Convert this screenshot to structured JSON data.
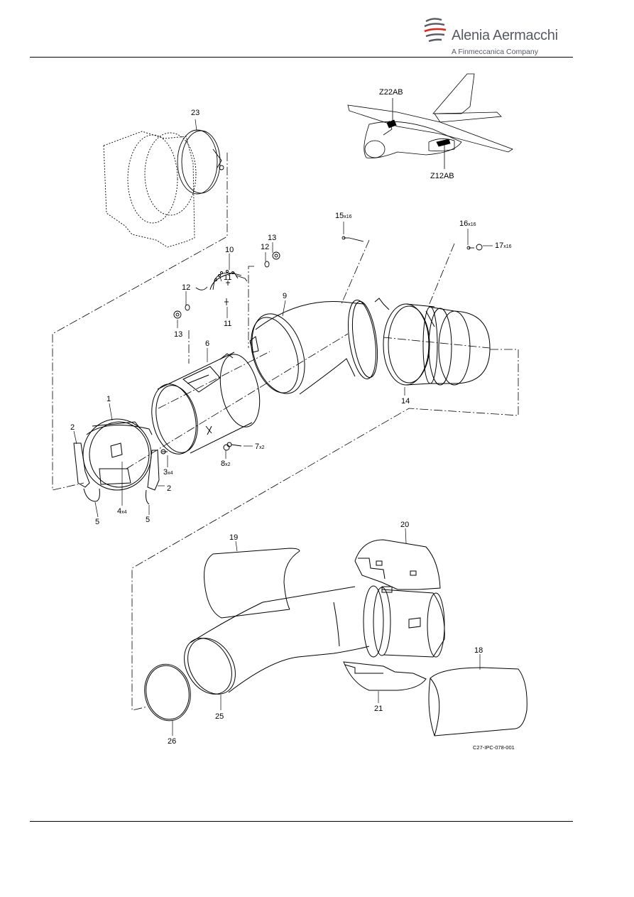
{
  "header": {
    "brand_name": "Alenia Aermacchi",
    "brand_tagline": "A Finmeccanica Company"
  },
  "colors": {
    "brand_gray": "#555a63",
    "brand_red": "#e2231a",
    "line": "#000000"
  },
  "figure": {
    "code": "C27-IPC-078-001",
    "zone_labels": [
      "Z22AB",
      "Z12AB"
    ],
    "callouts": [
      {
        "id": "23",
        "text": "23",
        "qty": ""
      },
      {
        "id": "15",
        "text": "15",
        "qty": "x16"
      },
      {
        "id": "16",
        "text": "16",
        "qty": "x16"
      },
      {
        "id": "17",
        "text": "17",
        "qty": "x16"
      },
      {
        "id": "13a",
        "text": "13",
        "qty": ""
      },
      {
        "id": "12a",
        "text": "12",
        "qty": ""
      },
      {
        "id": "10",
        "text": "10",
        "qty": ""
      },
      {
        "id": "11a",
        "text": "11",
        "qty": ""
      },
      {
        "id": "12b",
        "text": "12",
        "qty": ""
      },
      {
        "id": "9",
        "text": "9",
        "qty": ""
      },
      {
        "id": "11b",
        "text": "11",
        "qty": ""
      },
      {
        "id": "13b",
        "text": "13",
        "qty": ""
      },
      {
        "id": "6",
        "text": "6",
        "qty": ""
      },
      {
        "id": "1",
        "text": "1",
        "qty": ""
      },
      {
        "id": "14",
        "text": "14",
        "qty": ""
      },
      {
        "id": "2a",
        "text": "2",
        "qty": ""
      },
      {
        "id": "7",
        "text": "7",
        "qty": "x2"
      },
      {
        "id": "8",
        "text": "8",
        "qty": "x2"
      },
      {
        "id": "3",
        "text": "3",
        "qty": "x4"
      },
      {
        "id": "2b",
        "text": "2",
        "qty": ""
      },
      {
        "id": "4",
        "text": "4",
        "qty": "x4"
      },
      {
        "id": "5a",
        "text": "5",
        "qty": ""
      },
      {
        "id": "5b",
        "text": "5",
        "qty": ""
      },
      {
        "id": "20",
        "text": "20",
        "qty": ""
      },
      {
        "id": "19",
        "text": "19",
        "qty": ""
      },
      {
        "id": "18",
        "text": "18",
        "qty": ""
      },
      {
        "id": "21",
        "text": "21",
        "qty": ""
      },
      {
        "id": "25",
        "text": "25",
        "qty": ""
      },
      {
        "id": "26",
        "text": "26",
        "qty": ""
      }
    ]
  }
}
